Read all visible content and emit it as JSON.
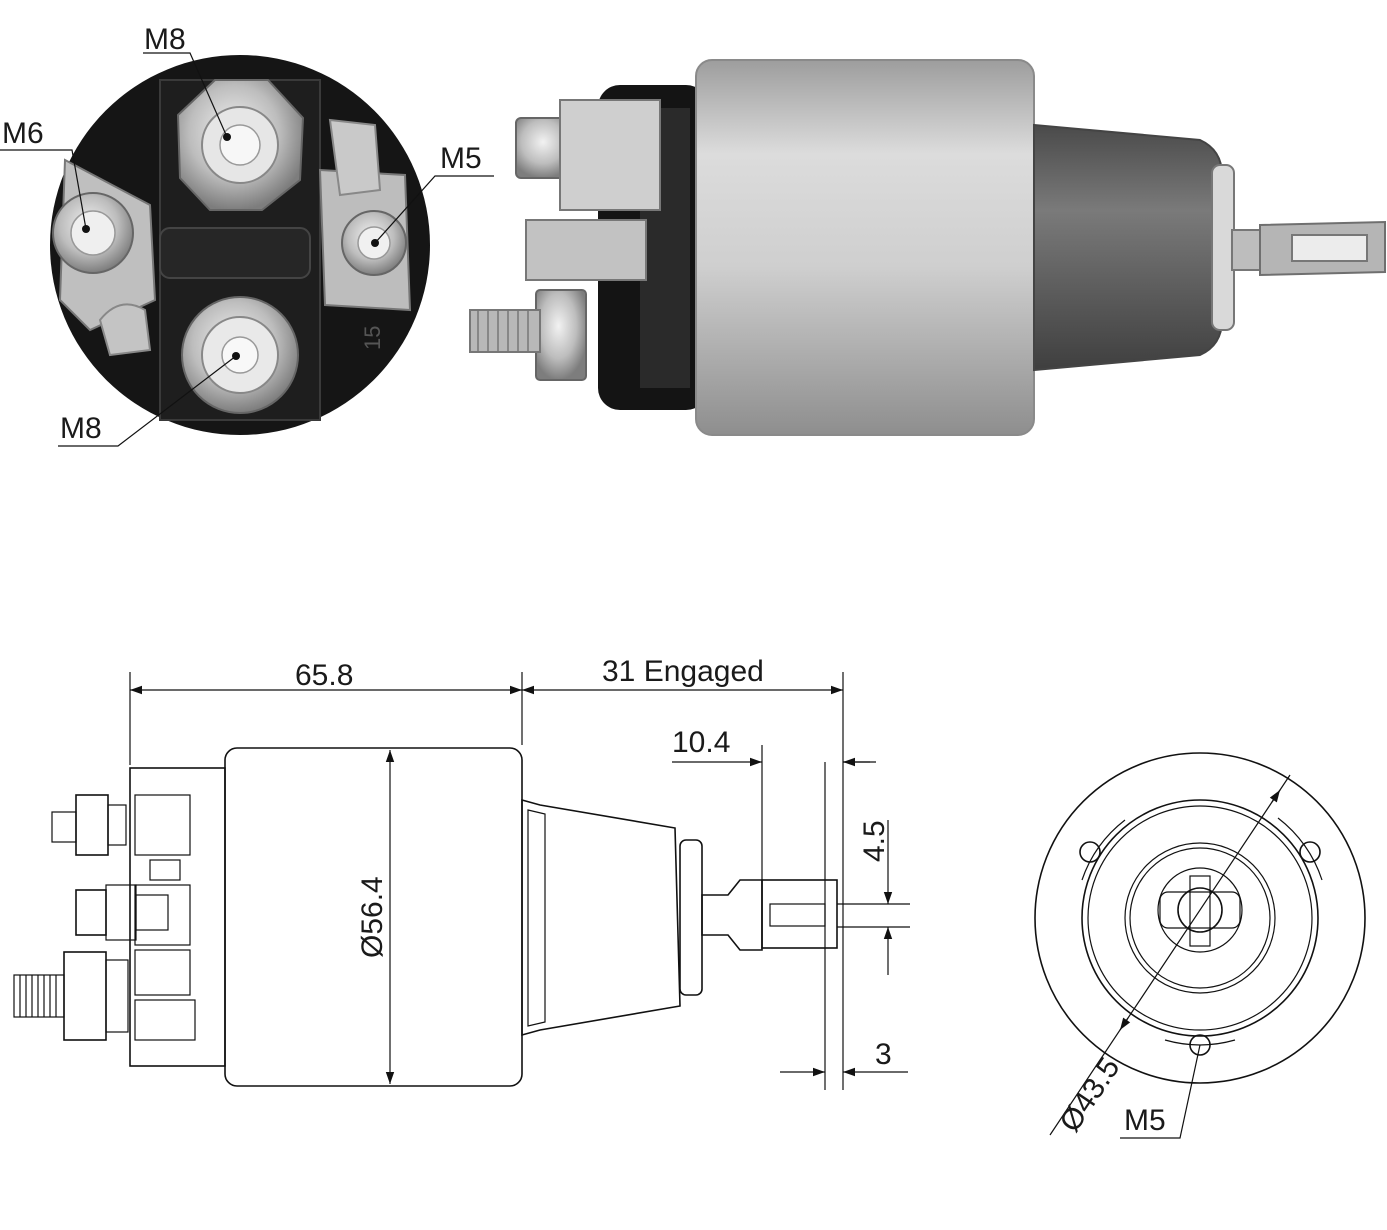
{
  "end_view_labels": {
    "top_terminal": "M8",
    "left_terminal": "M6",
    "right_terminal": "M5",
    "bottom_terminal": "M8",
    "terminal_marking": "15"
  },
  "dimensions": {
    "body_length": "65.8",
    "engaged_travel": "31 Engaged",
    "tab_length": "10.4",
    "tab_width": "4.5",
    "tab_thickness": "3",
    "body_diameter": "Ø56.4"
  },
  "flange_view_labels": {
    "bolt_circle": "Ø43.5",
    "hole_thread": "M5"
  },
  "colors": {
    "line": "#111111",
    "housing_silver": "#c9c9c9",
    "cap_black": "#141414",
    "boot_gray": "#6e6e6e"
  }
}
